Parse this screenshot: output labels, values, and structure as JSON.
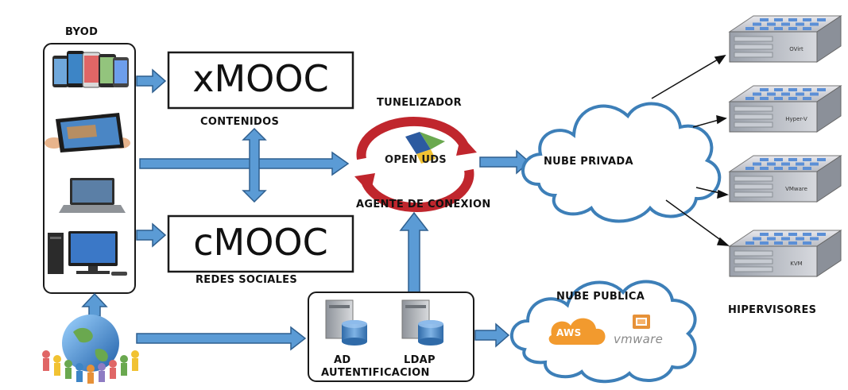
{
  "labels": {
    "byod": "BYOD",
    "xmooc": "xMOOC",
    "contenidos": "CONTENIDOS",
    "cmooc": "cMOOC",
    "redes_sociales": "REDES SOCIALES",
    "tunelizador": "TUNELIZADOR",
    "open_uds": "OPEN UDS",
    "agente": "AGENTE DE CONEXION",
    "nube_privada": "NUBE PRIVADA",
    "nube_publica": "NUBE PUBLICA",
    "hipervisores": "HIPERVISORES",
    "ad": "AD",
    "ldap": "LDAP",
    "autentificacion": "AUTENTIFICACION",
    "aws": "AWS",
    "vmware": "vmware"
  },
  "servers": [
    "OVirt",
    "Hyper-V",
    "VMware",
    "KVM"
  ],
  "colors": {
    "arrow_fill": "#5b9bd5",
    "arrow_stroke": "#2e5f8f",
    "cloud_stroke": "#3d7fb8",
    "aws_orange": "#f29a2e",
    "vmware_gray": "#8a8a8a",
    "red_swirl": "#c0262d",
    "uds_green": "#6aa84f"
  },
  "icons": {
    "devices": [
      "smartphones-icon",
      "tablet-icon",
      "laptop-icon",
      "desktop-pc-icon"
    ],
    "community": "globe-people-icon",
    "database": "database-server-icon",
    "server": "rack-server-icon"
  }
}
